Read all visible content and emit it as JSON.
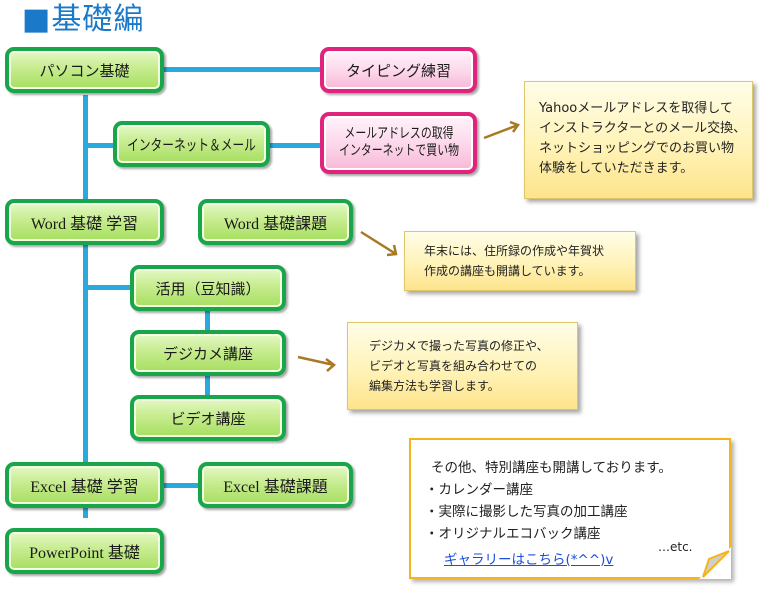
{
  "title": "■基礎編",
  "colors": {
    "title": "#1a79c8",
    "connector": "#29a9dc",
    "green_border": "#19a64b",
    "pink_border": "#e0247d",
    "arrow": "#a77a22",
    "panel_border": "#f5b41c",
    "link": "#1c4fd8"
  },
  "nodes": {
    "pasokon": "パソコン基礎",
    "typing": "タイピング練習",
    "internet_mail": "インターネット＆メール",
    "mail_address_line1": "メールアドレスの取得",
    "mail_address_line2": "インターネットで買い物",
    "word_basic": "Word 基礎 学習",
    "word_task": "Word 基礎課題",
    "katsuyou": "活用（豆知識）",
    "digicam": "デジカメ講座",
    "video": "ビデオ講座",
    "excel_basic": "Excel 基礎 学習",
    "excel_task": "Excel 基礎課題",
    "powerpoint": "PowerPoint 基礎"
  },
  "notes": {
    "mail": [
      "Yahooメールアドレスを取得して",
      "インストラクターとのメール交換、",
      "ネットショッピングでのお買い物",
      "体験をしていただきます。"
    ],
    "word": [
      "年末には、住所録の作成や年賀状",
      "作成の講座も開講しています。"
    ],
    "digicam": [
      "デジカメで撮った写真の修正や、",
      "ビデオと写真を組み合わせての",
      "編集方法も学習します。"
    ]
  },
  "special": {
    "intro": "その他、特別講座も開講しております。",
    "items": [
      "・カレンダー講座",
      "・実際に撮影した写真の加工講座",
      "・オリジナルエコバック講座"
    ],
    "etc": "…etc.",
    "gallery_link": "ギャラリーはこちら(*^^)v"
  }
}
